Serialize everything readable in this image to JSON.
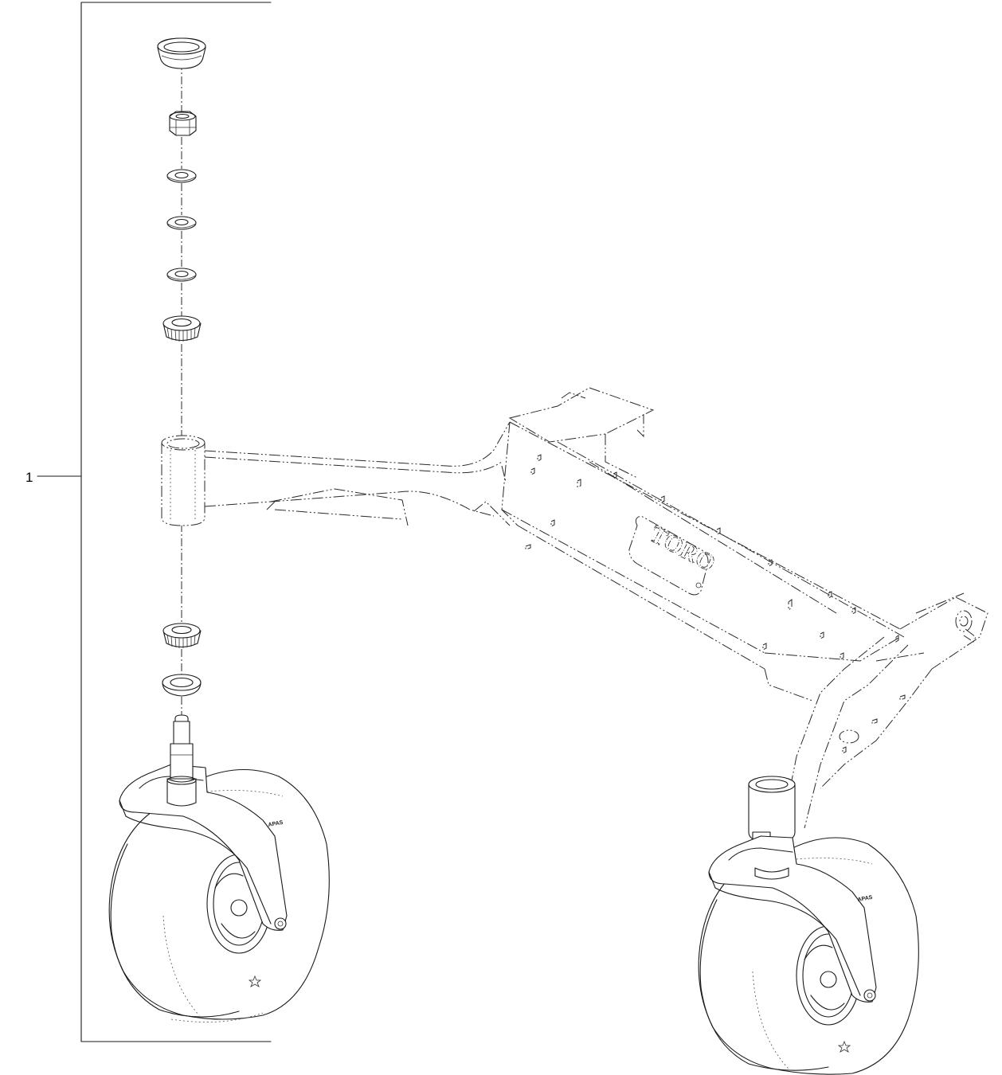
{
  "diagram": {
    "callout_number": "1",
    "frame_logo_text": "TORO",
    "tire_marking": "APAS",
    "colors": {
      "line": "#1a1a1a",
      "background": "#ffffff"
    }
  }
}
